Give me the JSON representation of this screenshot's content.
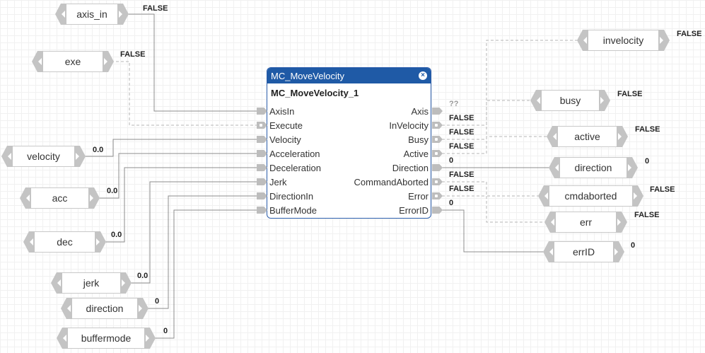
{
  "block": {
    "type_name": "MC_MoveVelocity",
    "instance_name": "MC_MoveVelocity_1",
    "close_icon": "close-icon",
    "inputs": [
      "AxisIn",
      "Execute",
      "Velocity",
      "Acceleration",
      "Deceleration",
      "Jerk",
      "DirectionIn",
      "BufferMode"
    ],
    "outputs": [
      "Axis",
      "InVelocity",
      "Busy",
      "Active",
      "Direction",
      "CommandAborted",
      "Error",
      "ErrorID"
    ]
  },
  "input_vars": [
    {
      "name": "axis_in",
      "value": "FALSE"
    },
    {
      "name": "exe",
      "value": "FALSE"
    },
    {
      "name": "velocity",
      "value": "0.0"
    },
    {
      "name": "acc",
      "value": "0.0"
    },
    {
      "name": "dec",
      "value": "0.0"
    },
    {
      "name": "jerk",
      "value": "0.0"
    },
    {
      "name": "direction",
      "value": "0"
    },
    {
      "name": "buffermode",
      "value": "0"
    }
  ],
  "output_vars": [
    {
      "name": "invelocity",
      "value": "FALSE"
    },
    {
      "name": "busy",
      "value": "FALSE"
    },
    {
      "name": "active",
      "value": "FALSE"
    },
    {
      "name": "direction",
      "value": "0"
    },
    {
      "name": "cmdaborted",
      "value": "FALSE"
    },
    {
      "name": "err",
      "value": "FALSE"
    },
    {
      "name": "errID",
      "value": "0"
    }
  ],
  "output_pin_values": [
    "??",
    "FALSE",
    "FALSE",
    "FALSE",
    "0",
    "FALSE",
    "FALSE",
    "0"
  ],
  "colors": {
    "header": "#1f5aa6",
    "solid_wire": "#8c8c8c",
    "dashed_wire": "#b5b5b5",
    "port": "#bdbdbd"
  }
}
